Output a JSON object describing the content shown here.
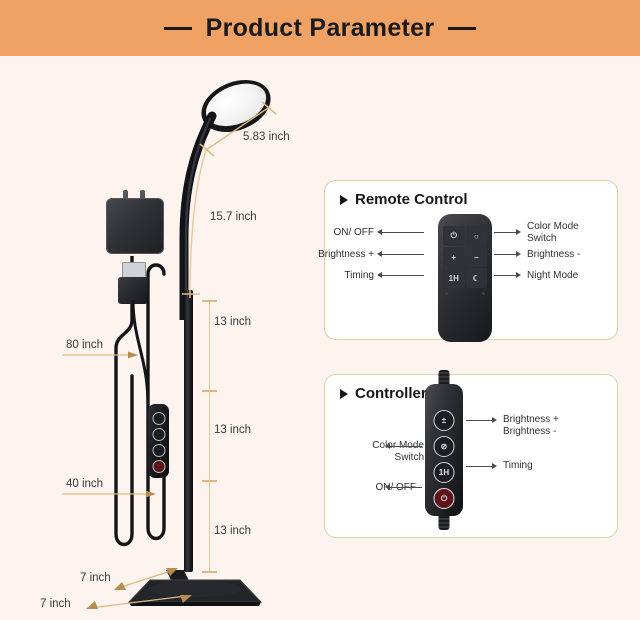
{
  "header": {
    "title": "Product Parameter",
    "bg_color": "#f0a264",
    "text_color": "#1a1a1a"
  },
  "page": {
    "background_color": "#fdf4ef",
    "dimension_line_color": "#e8c89a"
  },
  "lamp_dimensions": [
    {
      "id": "head-diameter",
      "label": "5.83 inch"
    },
    {
      "id": "gooseneck",
      "label": "15.7 inch"
    },
    {
      "id": "pole-segment-1",
      "label": "13 inch"
    },
    {
      "id": "pole-segment-2",
      "label": "13 inch"
    },
    {
      "id": "pole-segment-3",
      "label": "13 inch"
    },
    {
      "id": "base-depth",
      "label": "7 inch"
    },
    {
      "id": "base-width",
      "label": "7 inch"
    }
  ],
  "cord_dimensions": [
    {
      "id": "total-cord",
      "label": "80 inch"
    },
    {
      "id": "cord-to-switch",
      "label": "40 inch"
    }
  ],
  "remote_panel": {
    "title": "Remote Control",
    "bullet_icon": "triangle-right-icon",
    "buttons": [
      {
        "id": "power",
        "glyph": "⏻",
        "icon_name": "power-icon"
      },
      {
        "id": "color-mode",
        "glyph": "○",
        "icon_name": "color-mode-icon"
      },
      {
        "id": "brightness-up",
        "glyph": "+",
        "icon_name": "plus-icon"
      },
      {
        "id": "brightness-down",
        "glyph": "−",
        "icon_name": "minus-icon"
      },
      {
        "id": "timing",
        "glyph": "1H",
        "icon_name": "timer-1h-icon"
      },
      {
        "id": "night-mode",
        "glyph": "☾",
        "icon_name": "moon-icon"
      }
    ],
    "labels_left": [
      {
        "id": "on-off",
        "text": "ON/ OFF"
      },
      {
        "id": "brightness-up",
        "text": "Brightness +"
      },
      {
        "id": "timing",
        "text": "Timing"
      }
    ],
    "labels_right": [
      {
        "id": "color-mode",
        "line1": "Color Mode",
        "line2": "Switch"
      },
      {
        "id": "brightness-down",
        "line1": "Brightness -",
        "line2": ""
      },
      {
        "id": "night-mode",
        "line1": "Night Mode",
        "line2": ""
      }
    ]
  },
  "controller_panel": {
    "title": "Controller",
    "bullet_icon": "triangle-right-icon",
    "buttons": [
      {
        "id": "brightness",
        "glyph": "±",
        "icon_name": "plus-minus-icon"
      },
      {
        "id": "color-mode",
        "glyph": "⊘",
        "icon_name": "color-mode-icon"
      },
      {
        "id": "timing",
        "glyph": "1H",
        "icon_name": "timer-1h-icon"
      },
      {
        "id": "power",
        "glyph": "⏻",
        "icon_name": "power-icon"
      }
    ],
    "labels_left": [
      {
        "id": "color-mode",
        "line1": "Color Mode",
        "line2": "Switch"
      },
      {
        "id": "on-off",
        "line1": "ON/ OFF",
        "line2": ""
      }
    ],
    "labels_right": [
      {
        "id": "brightness",
        "line1": "Brightness +",
        "line2": "Brightness -"
      },
      {
        "id": "timing",
        "line1": "Timing",
        "line2": ""
      }
    ]
  }
}
